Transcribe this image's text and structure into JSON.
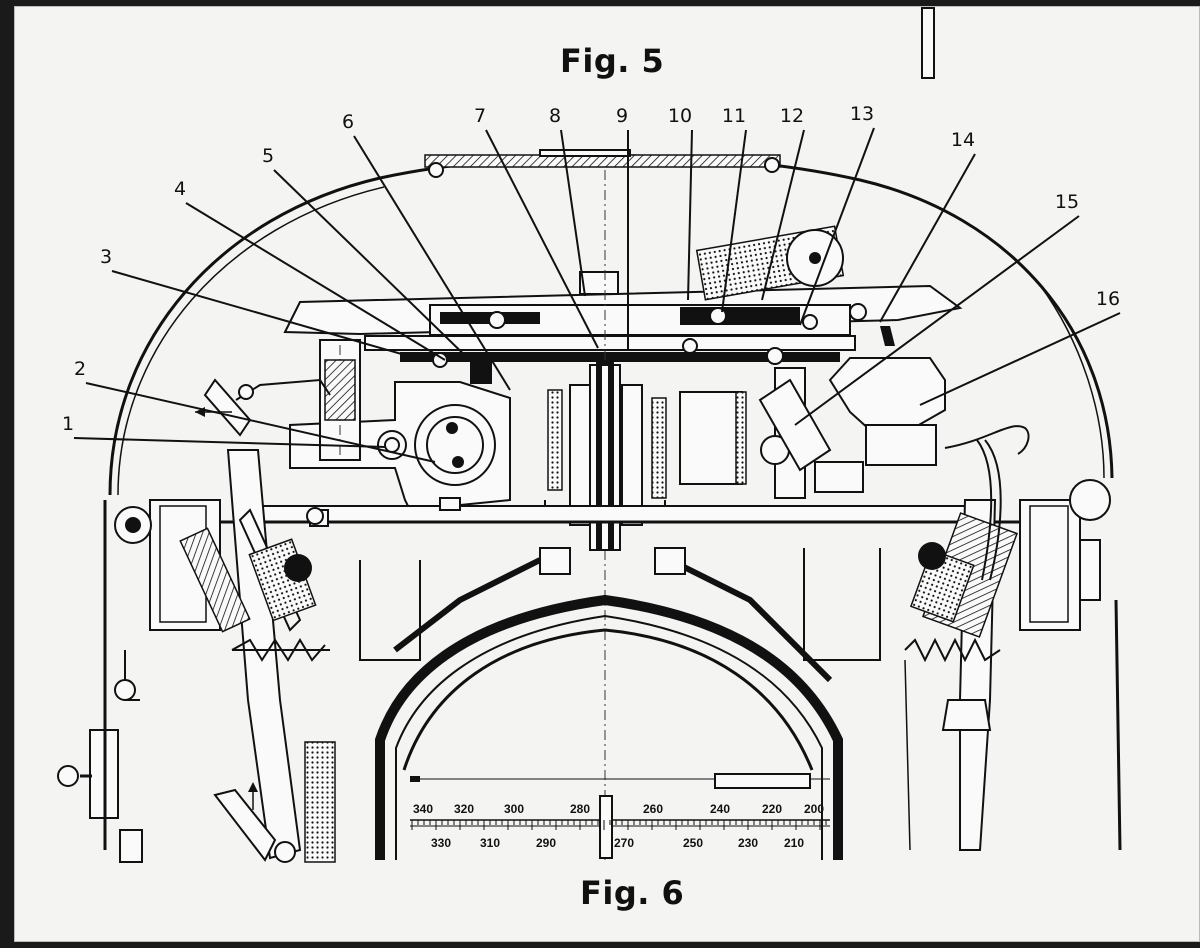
{
  "figures": {
    "upper_title": "Fig. 5",
    "lower_title": "Fig. 6"
  },
  "callouts": [
    "1",
    "2",
    "3",
    "4",
    "5",
    "6",
    "7",
    "8",
    "9",
    "10",
    "11",
    "12",
    "13",
    "14",
    "15",
    "16"
  ],
  "scale": {
    "upper_labels": [
      "340",
      "320",
      "300",
      "280",
      "260",
      "240",
      "220",
      "200"
    ],
    "lower_labels": [
      "330",
      "310",
      "290",
      "270",
      "250",
      "230",
      "210"
    ]
  }
}
